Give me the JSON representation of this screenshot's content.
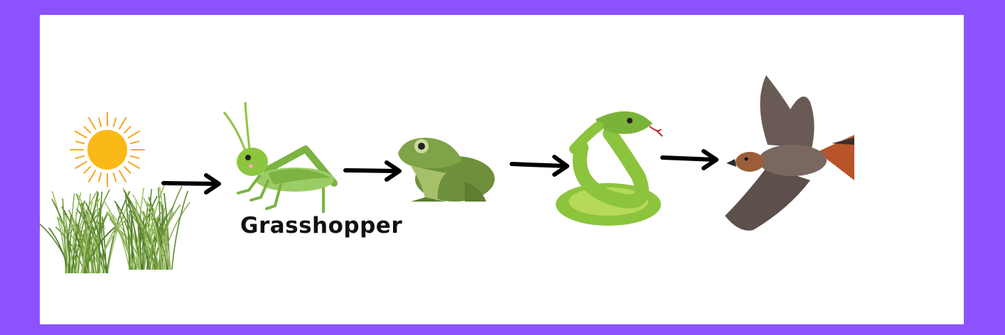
{
  "colors": {
    "frame": "#8c52ff",
    "panel": "#ffffff",
    "arrow": "#000000",
    "sun": "#fbb917",
    "sun_rays": "#f5a623",
    "grass": "#6f9a3a",
    "grasshopper": "#8cc63f",
    "frog": "#6e8f3b",
    "snake": "#8cc43d",
    "hawk": "#6a5a55",
    "hawk_tail": "#b8542a"
  },
  "food_chain": [
    {
      "organism": "sun-and-grass",
      "icon": "sun-icon"
    },
    {
      "organism": "grasshopper",
      "icon": "grasshopper-icon",
      "label": "Grasshopper"
    },
    {
      "organism": "frog",
      "icon": "frog-icon"
    },
    {
      "organism": "snake",
      "icon": "snake-icon"
    },
    {
      "organism": "hawk",
      "icon": "hawk-icon"
    }
  ]
}
